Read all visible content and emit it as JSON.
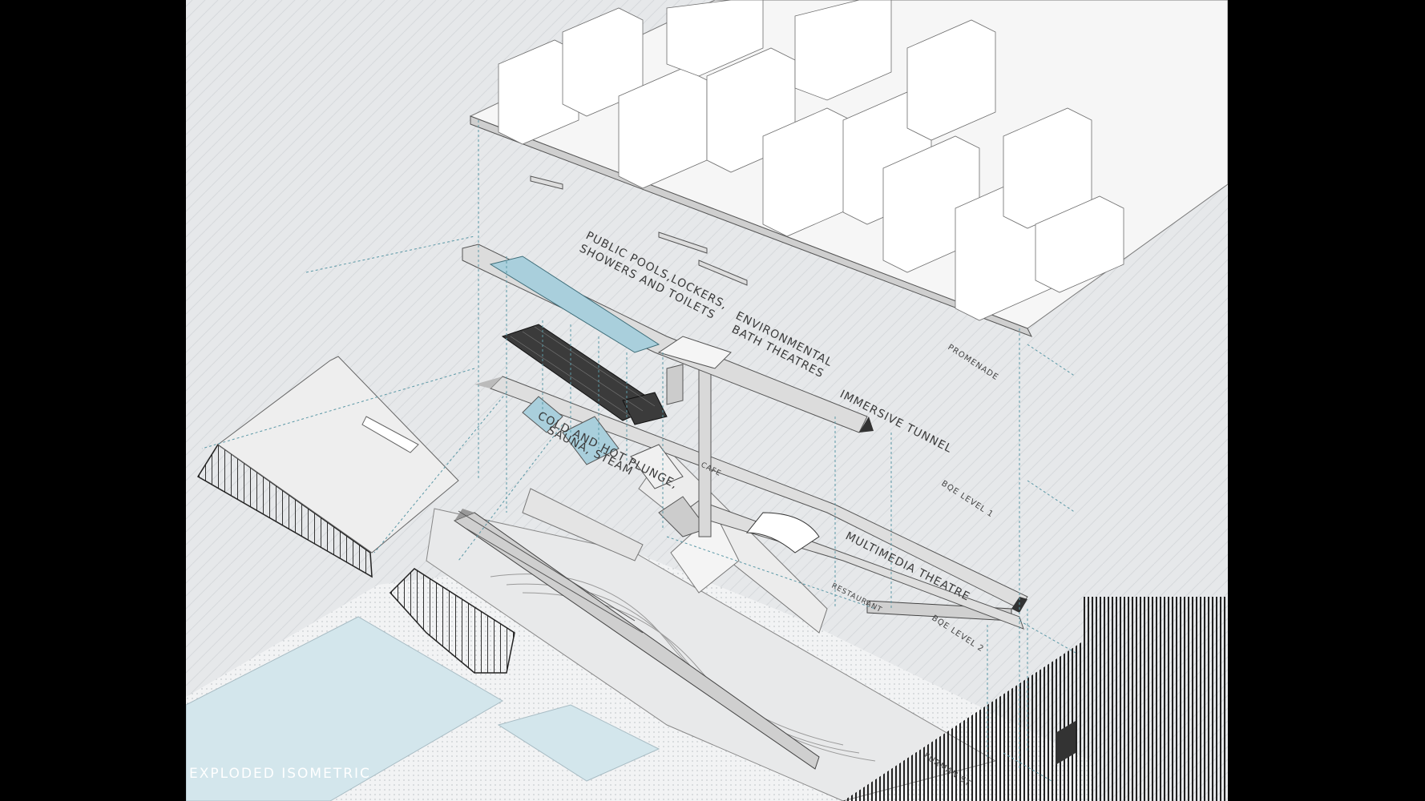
{
  "title": "EXPLODED ISOMETRIC",
  "program_labels": {
    "pools_line1": "PUBLIC POOLS,LOCKERS,",
    "pools_line2": "SHOWERS AND TOILETS",
    "env_line1": "ENVIRONMENTAL",
    "env_line2": "BATH THEATRES",
    "tunnel": "IMMERSIVE TUNNEL",
    "plunge_line1": "COLD AND HOT PLUNGE,",
    "plunge_line2": "SAUNA, STEAM",
    "cafe": "CAFE",
    "multimedia": "MULTIMEDIA THEATRE",
    "restaurant": "RESTAURANT"
  },
  "level_labels": {
    "promenade": "PROMENADE",
    "bqe1": "BQE LEVEL 1",
    "bqe2": "BQE LEVEL 2",
    "furman": "FURMAN ST"
  },
  "colors": {
    "background": "#e6e8ea",
    "water": "#d3e6ec",
    "pool": "#a9cfdc",
    "guides": "#5b98a6",
    "slab": "#dcdcdc",
    "building": "#f4f4f4"
  }
}
